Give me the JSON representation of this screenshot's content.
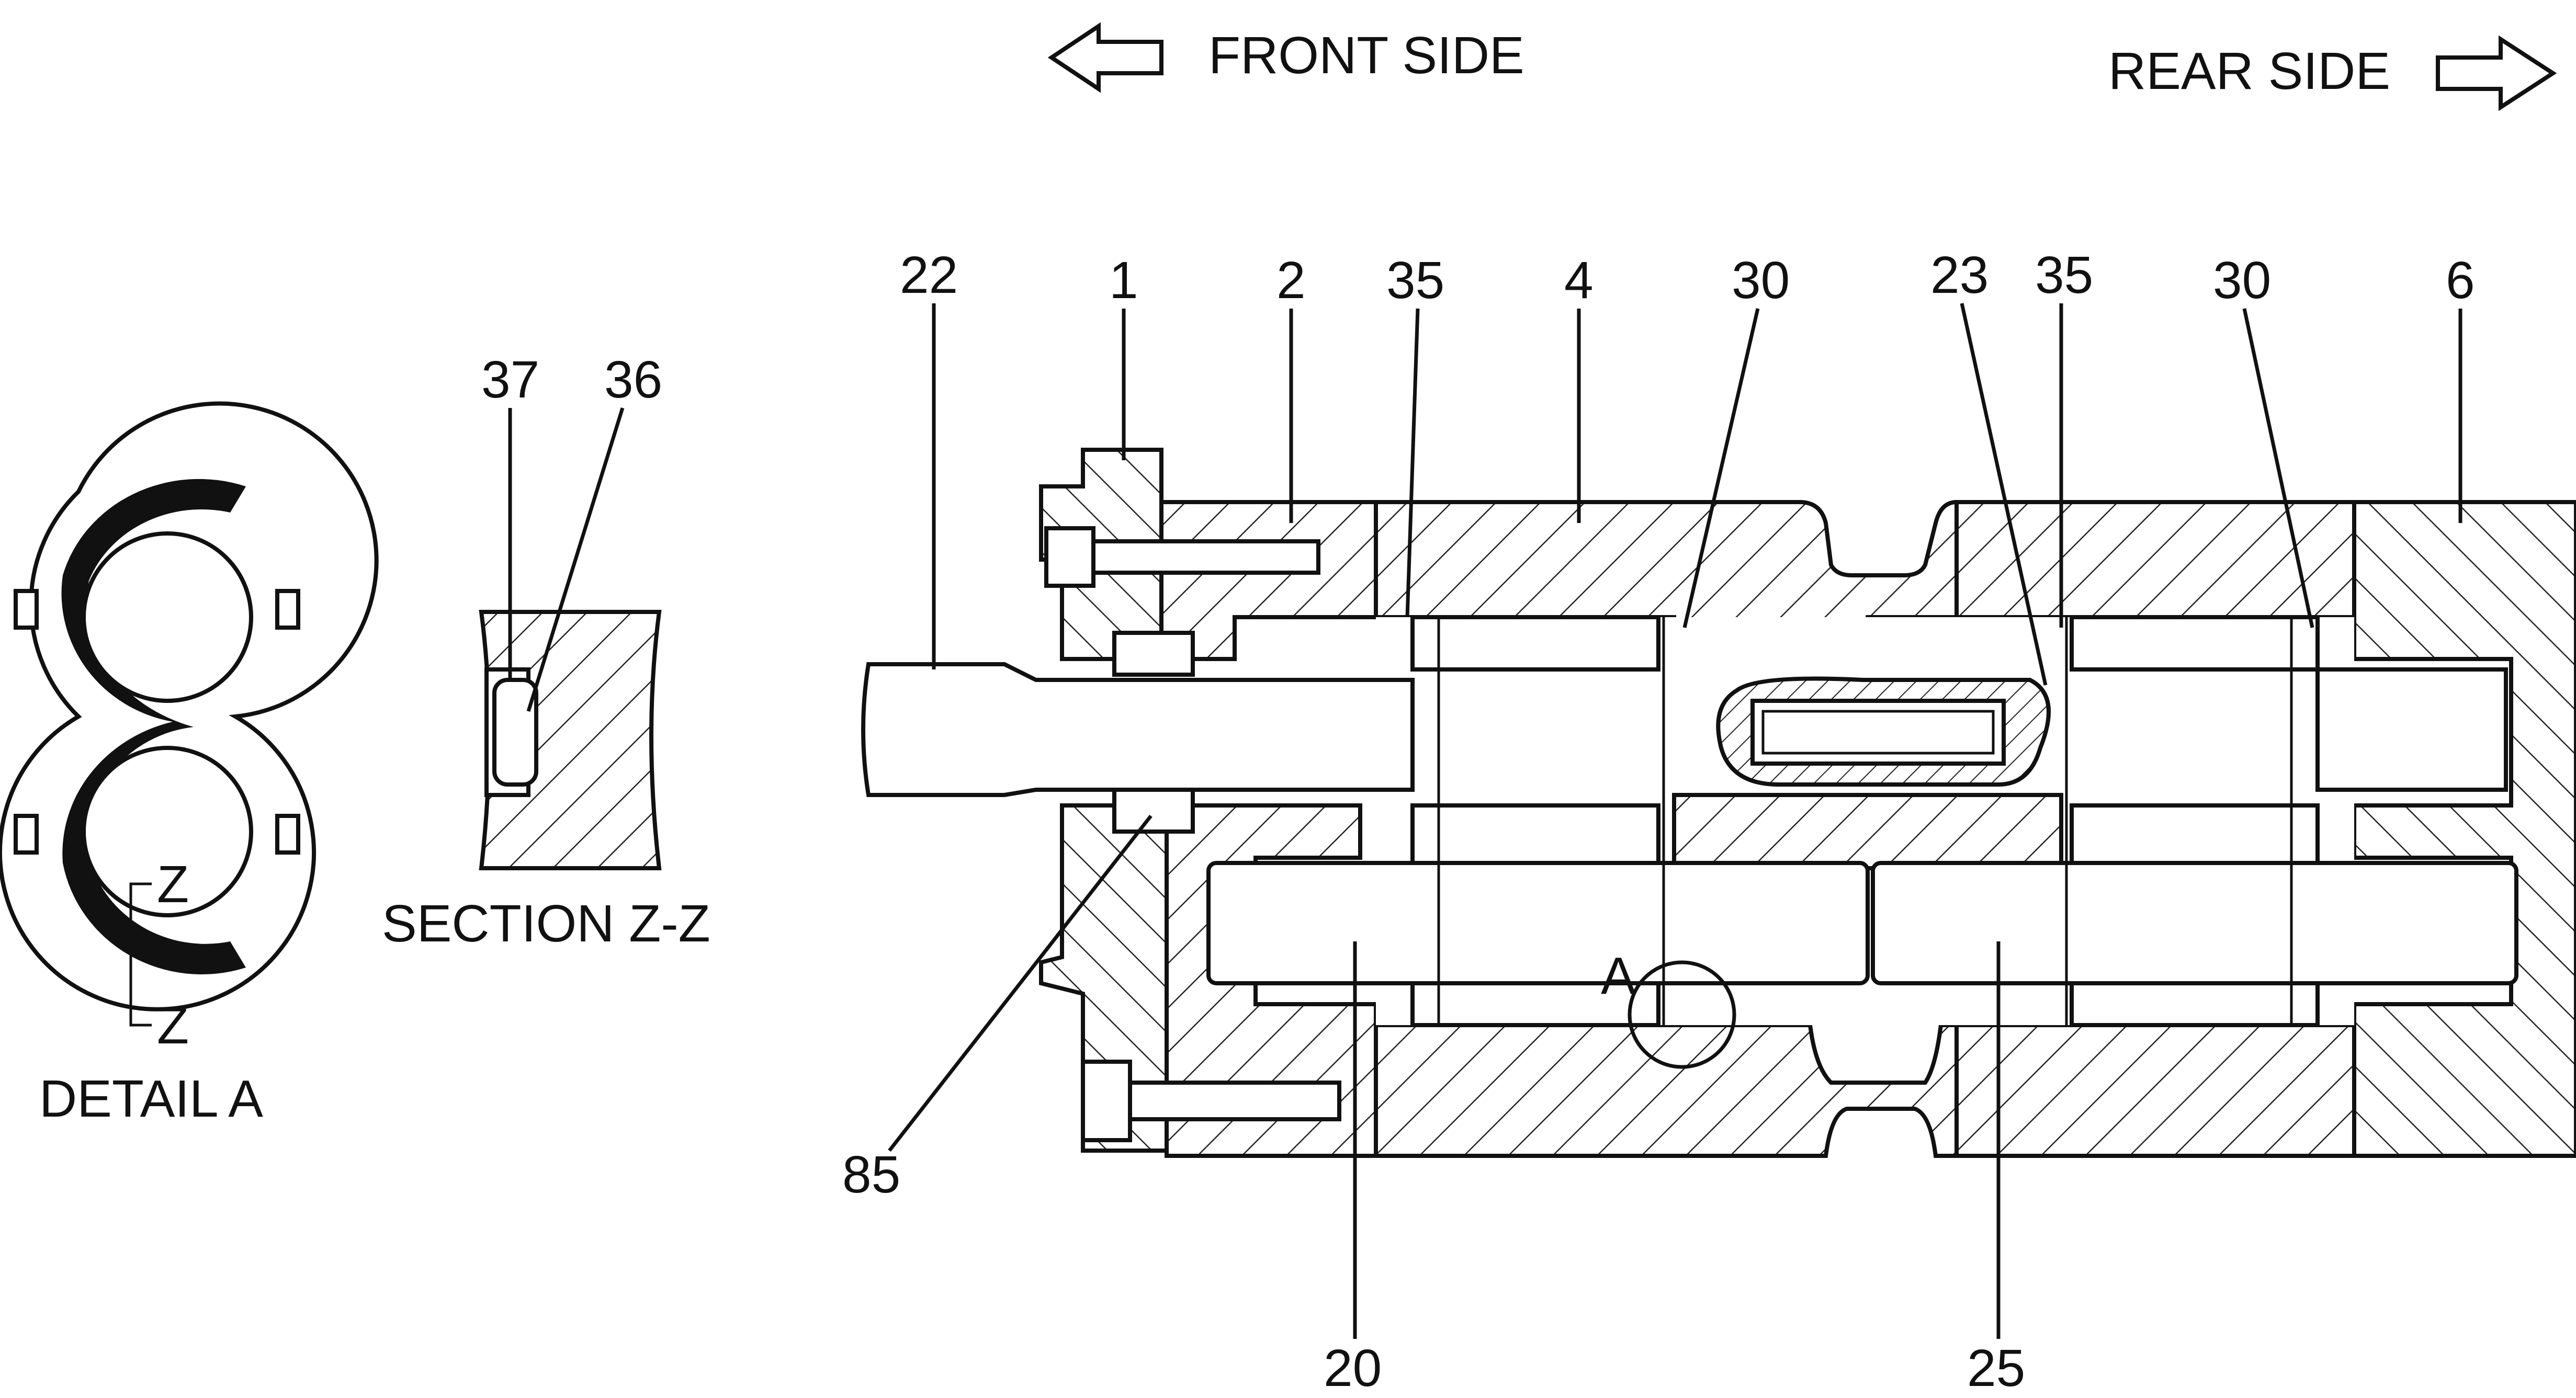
{
  "directions": {
    "front": "FRONT SIDE",
    "rear": "REAR SIDE"
  },
  "captions": {
    "section": "SECTION Z-Z",
    "detail": "DETAIL A",
    "detail_marker": "A",
    "section_mark_top": "Z",
    "section_mark_bottom": "Z"
  },
  "callouts": {
    "p22": "22",
    "p1": "1",
    "p2": "2",
    "p35a": "35",
    "p4": "4",
    "p30a": "30",
    "p23": "23",
    "p35b": "35",
    "p30b": "30",
    "p6": "6",
    "p37": "37",
    "p36": "36",
    "p85": "85",
    "p20": "20",
    "p25": "25"
  }
}
